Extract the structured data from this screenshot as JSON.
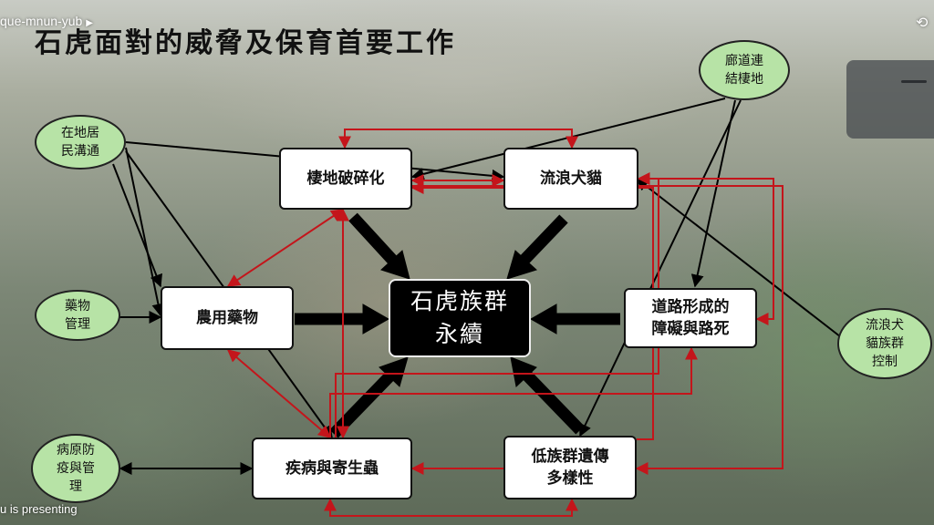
{
  "meeting": {
    "code": "que-mnun-yub",
    "presenting_text": "u is presenting",
    "arrow_icon": "play-triangle-icon",
    "camera_icon": "camera-rotate-icon"
  },
  "slide": {
    "title": "石虎面對的威脅及保育首要工作",
    "center": "石虎族群\n永續",
    "threats": {
      "habitat": "棲地破碎化",
      "stray": "流浪犬貓",
      "pesticide": "農用藥物",
      "road": "道路形成的\n障礙與路死",
      "disease": "疾病與寄生蟲",
      "genetic": "低族群遺傳\n多樣性"
    },
    "actions": {
      "corridor": "廊道連\n結棲地",
      "community": "在地居\n民溝通",
      "drug": "藥物\n管理",
      "stray_control": "流浪犬\n貓族群\n控制",
      "pathogen": "病原防\n疫與管\n理"
    }
  },
  "colors": {
    "red_arrow": "#c4151b",
    "black_arrow": "#000000",
    "oval_fill": "#b7e3a6"
  }
}
